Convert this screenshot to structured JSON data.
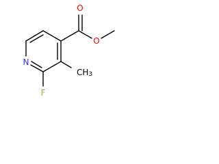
{
  "molecule": {
    "atoms": {
      "nitrogen": {
        "label": "N",
        "color": "#3333ff"
      },
      "fluorine": {
        "label": "F",
        "color": "#8fb84a"
      },
      "carbonyl_oxygen": {
        "label": "O",
        "color": "#ff0000"
      },
      "ester_oxygen": {
        "label": "O",
        "color": "#ff0000"
      },
      "ring_methyl": {
        "label": "CH3",
        "label_main": "CH",
        "label_sub": "3",
        "color": "#000000"
      }
    },
    "bond_color": "#000000"
  }
}
